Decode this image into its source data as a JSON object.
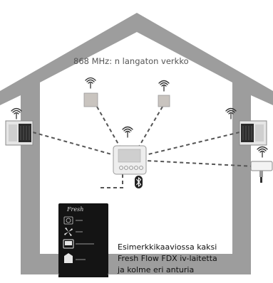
{
  "network_label": "868 MHz: n langaton verkko",
  "caption_lines": [
    "Esimerkkikaaviossa kaksi",
    "Fresh Flow FDX iv-laitetta",
    "ja kolme eri anturia"
  ],
  "phone": {
    "app_title": "Fresh",
    "menu_icons": [
      "fan-unit-icon",
      "fan-blades-icon",
      "device-screen-icon",
      "door-icon"
    ]
  },
  "bluetooth_icon": "bluetooth-icon",
  "colors": {
    "house": "#9a9a9a",
    "link_line": "#555555",
    "phone_bg": "#141414"
  }
}
